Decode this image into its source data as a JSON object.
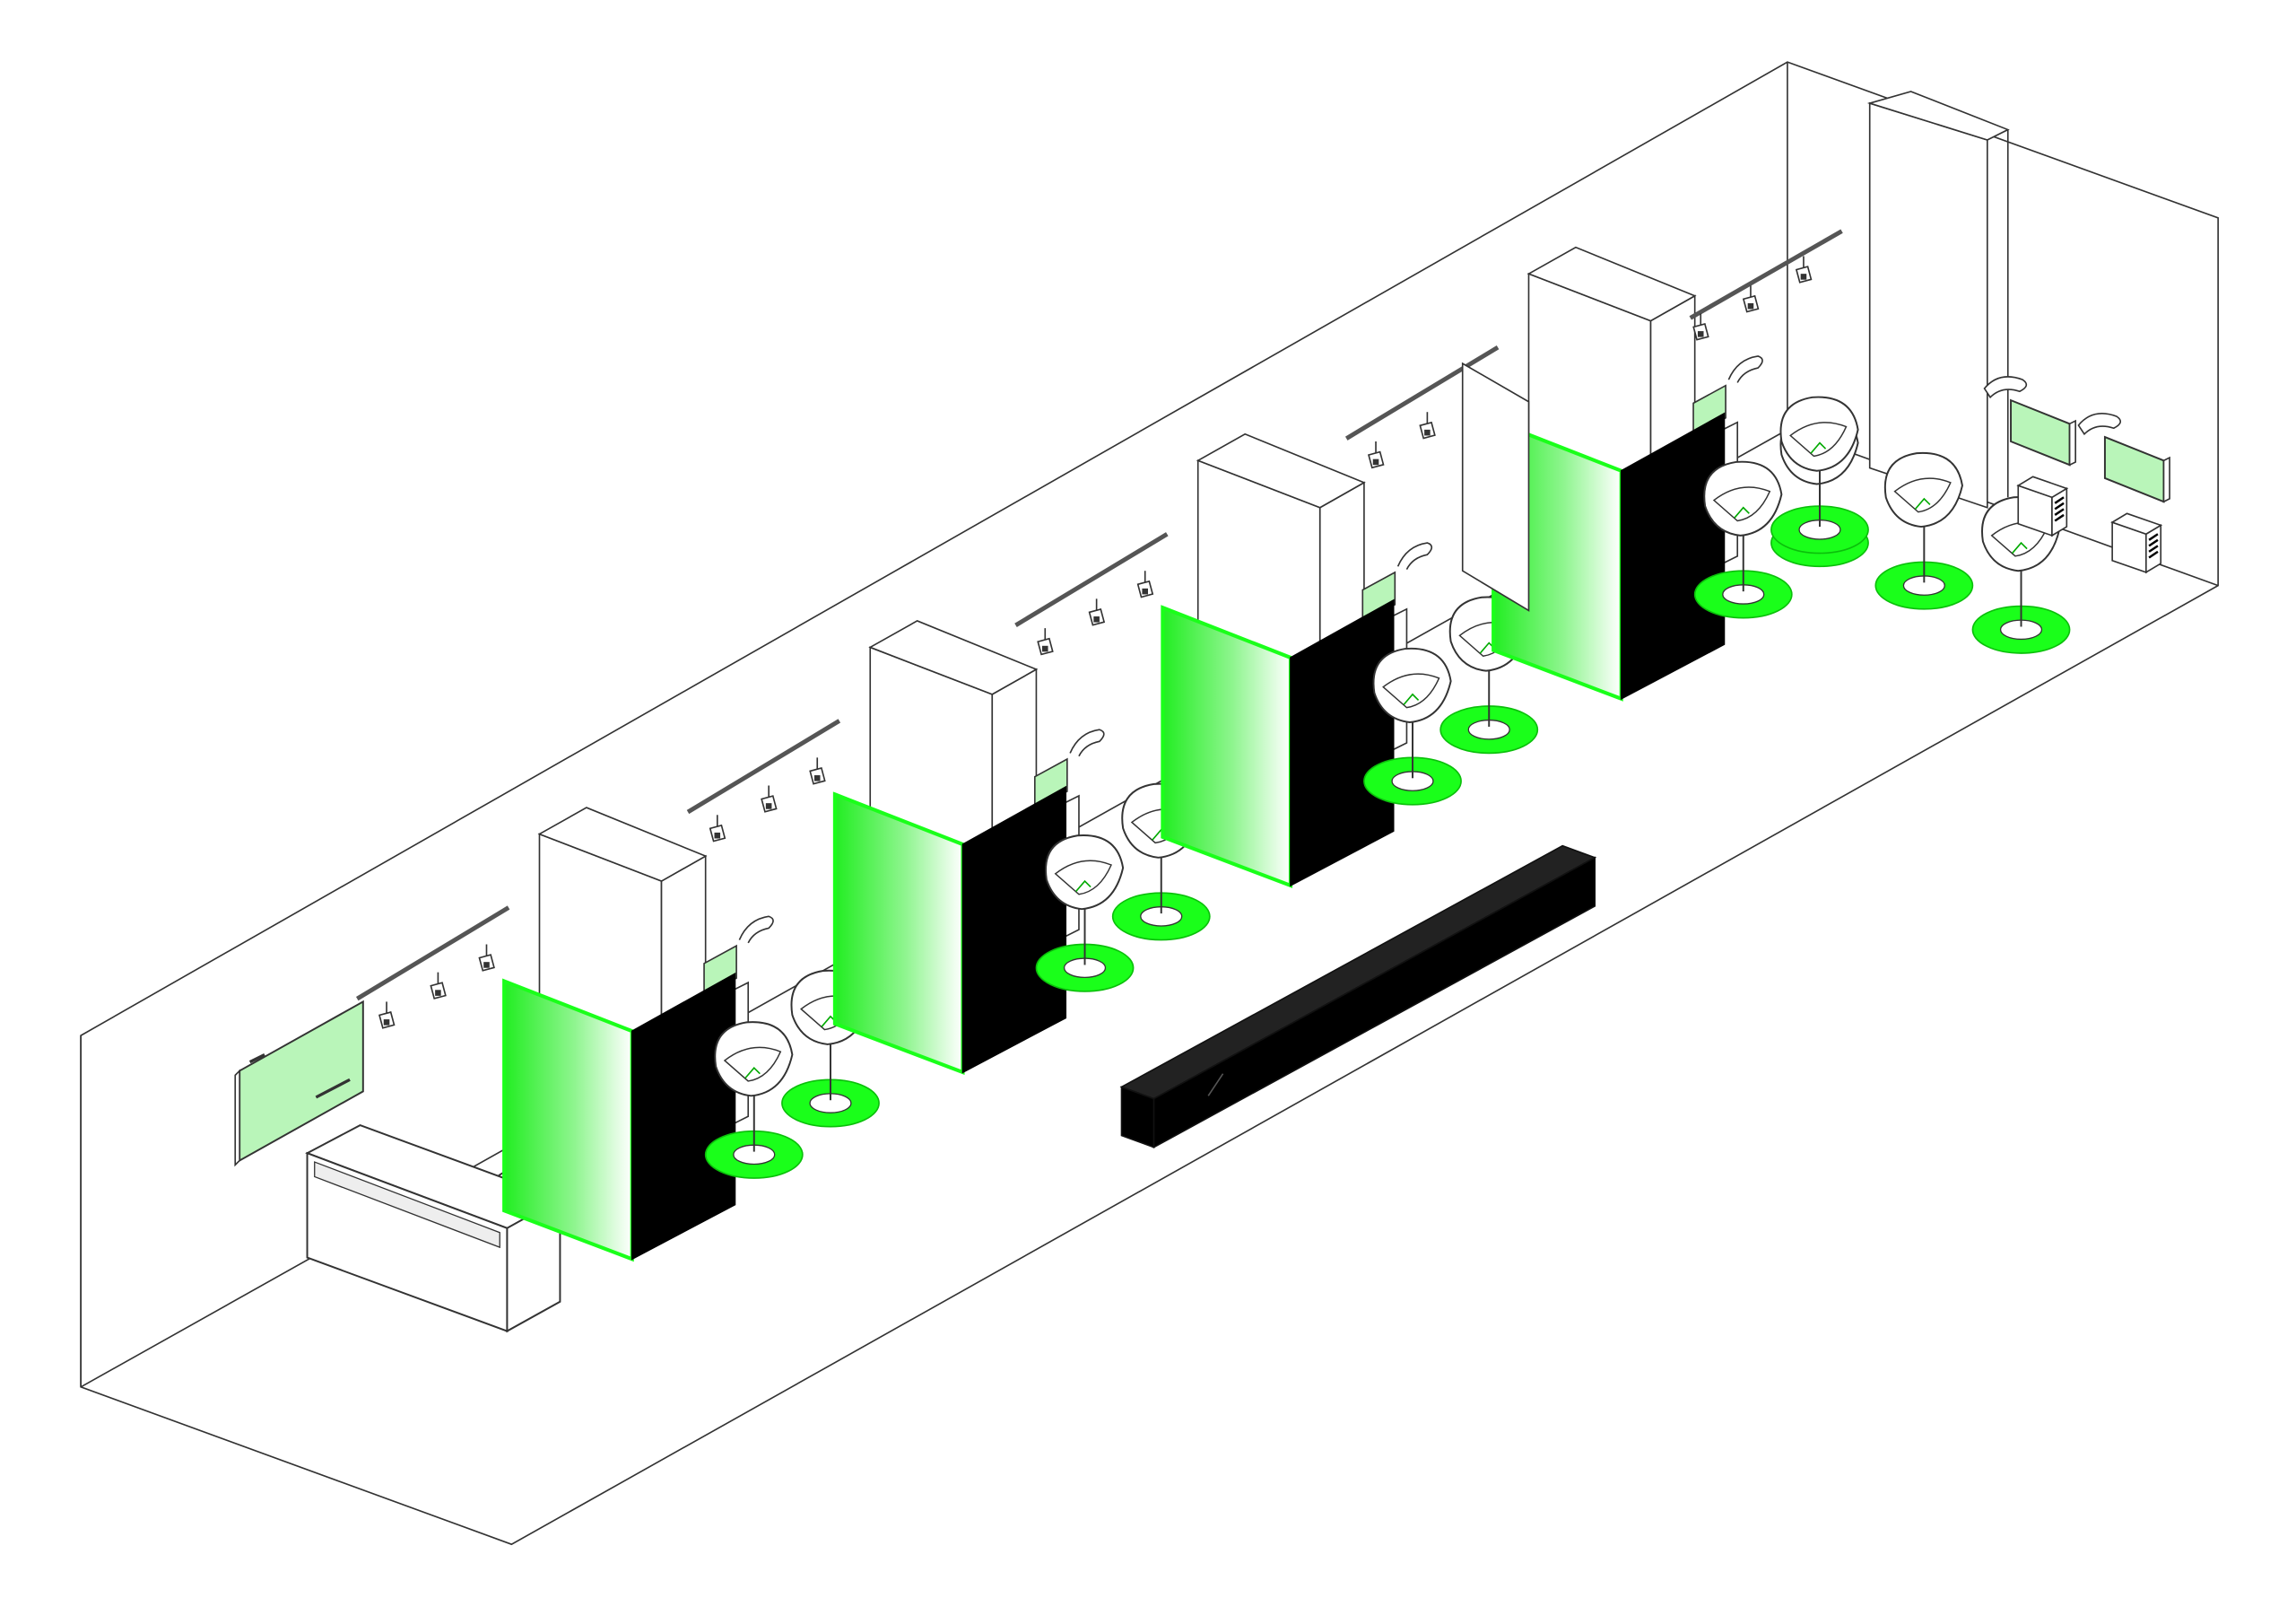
{
  "diagram": {
    "kind": "isometric-interior",
    "accent_color": "#1aff1a",
    "accent_dark": "#0bbf0b",
    "panel_black": "#000000",
    "screen_fill": "#b9f5b9",
    "line_color": "#333333",
    "booth_count": 4,
    "icons": [
      "reception-desk",
      "wall-screen",
      "track-spotlight",
      "swivel-chair",
      "monitor",
      "pc-tower",
      "bench"
    ]
  }
}
